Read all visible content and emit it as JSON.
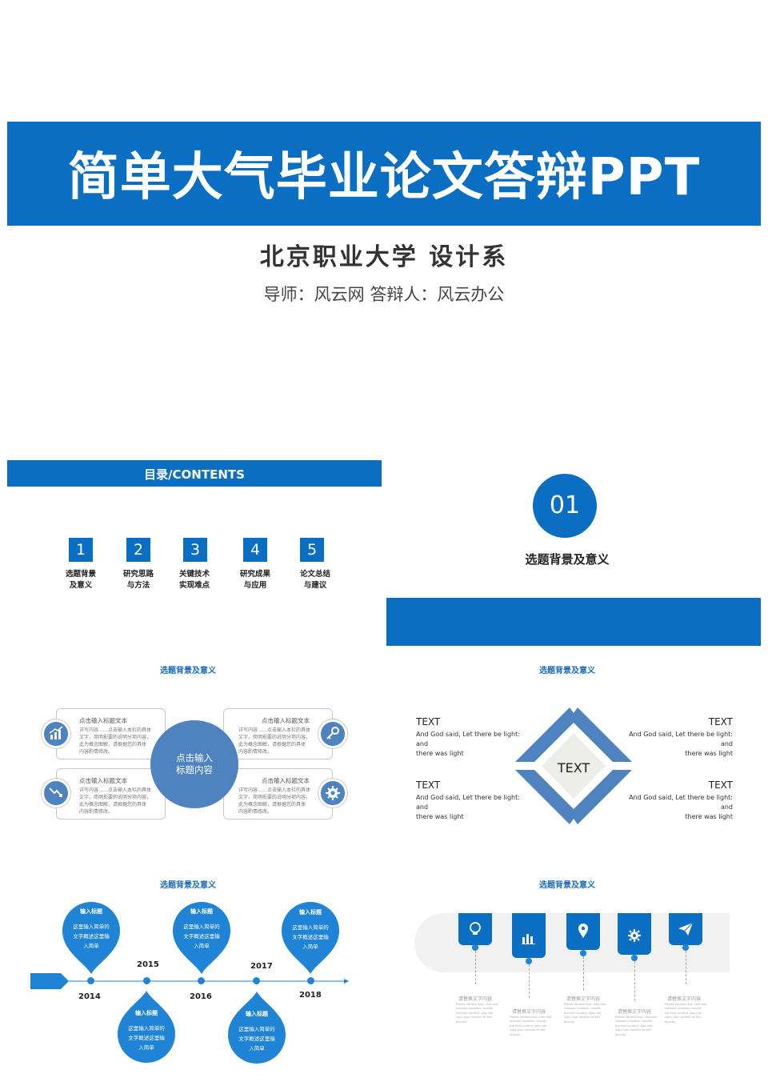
{
  "slide1": {
    "title": "简单大气毕业论文答辩PPT",
    "subtitle": "北京职业大学   设计系",
    "advisor_line": "导师：风云网    答辩人：风云办公"
  },
  "slide2": {
    "header": "目录/CONTENTS",
    "items": [
      {
        "num": "1",
        "line1": "选题背景",
        "line2": "及意义"
      },
      {
        "num": "2",
        "line1": "研究思路",
        "line2": "与方法"
      },
      {
        "num": "3",
        "line1": "关键技术",
        "line2": "实现难点"
      },
      {
        "num": "4",
        "line1": "研究成果",
        "line2": "与应用"
      },
      {
        "num": "5",
        "line1": "论文总结",
        "line2": "与建议"
      }
    ]
  },
  "slide3": {
    "number": "01",
    "title": "选题背景及意义"
  },
  "slide4": {
    "heading": "选题背景及意义",
    "center_line1": "点击输入",
    "center_line2": "标题内容",
    "cards": [
      {
        "title": "点击输入标题文本",
        "l1": "详写内容……点击输入本栏的具体",
        "l2": "文字，简明扼要的说明分项内容，",
        "l3": "此为概念图解，请根据您的具体",
        "l4": "内容酌情修改。"
      },
      {
        "title": "点击输入标题文本",
        "l1": "详写内容……点击输入本栏的具体",
        "l2": "文字，简明扼要的说明分项内容，",
        "l3": "此为概念图解，请根据您的具体",
        "l4": "内容酌情修改。"
      },
      {
        "title": "点击输入标题文本",
        "l1": "详写内容……点击输入本栏的具体",
        "l2": "文字，简明扼要的说明分项内容，",
        "l3": "此为概念图解，请根据您的具体",
        "l4": "内容酌情修改。"
      },
      {
        "title": "点击输入标题文本",
        "l1": "详写内容……点击输入本栏的具体",
        "l2": "文字，简明扼要的说明分项内容，",
        "l3": "此为概念图解，请根据您的具体",
        "l4": "内容酌情修改。"
      }
    ],
    "icons": [
      "growth-chart-icon",
      "key-icon",
      "decline-chart-icon",
      "gear-icon"
    ]
  },
  "slide5": {
    "heading": "选题背景及意义",
    "center": "TEXT",
    "blocks": [
      {
        "head": "TEXT",
        "l1": "And God said, Let there be light: and",
        "l2": "there was light"
      },
      {
        "head": "TEXT",
        "l1": "And God said, Let there be light: and",
        "l2": "there was light"
      },
      {
        "head": "TEXT",
        "l1": "And God said, Let there be light: and",
        "l2": "there was light"
      },
      {
        "head": "TEXT",
        "l1": "And God said, Let there be light: and",
        "l2": "there was light"
      }
    ]
  },
  "slide6": {
    "heading": "选题背景及意义",
    "years": [
      "2014",
      "2015",
      "2016",
      "2017",
      "2018"
    ],
    "drops": [
      {
        "title": "输入标题",
        "l1": "这里输入简单的",
        "l2": "文字概述这里输",
        "l3": "入简单"
      },
      {
        "title": "输入标题",
        "l1": "这里输入简单的",
        "l2": "文字概述这里输",
        "l3": "入简单"
      },
      {
        "title": "输入标题",
        "l1": "这里输入简单的",
        "l2": "文字概述这里输",
        "l3": "入简单"
      },
      {
        "title": "输入标题",
        "l1": "这里输入简单的",
        "l2": "文字概述这里输",
        "l3": "入简单"
      },
      {
        "title": "输入标题",
        "l1": "这里输入简单的",
        "l2": "文字概述这里输",
        "l3": "入简单"
      }
    ]
  },
  "slide7": {
    "heading": "选题背景及意义",
    "icons": [
      "lightbulb-icon",
      "bar-chart-icon",
      "location-pin-icon",
      "gear-icon",
      "paper-plane-icon"
    ],
    "items": [
      {
        "title": "请替换文字内容",
        "l1": "Please replace text, click add",
        "l2": "relevant headline, modify",
        "l3": "the text content, also can",
        "l4": "copy your content to this",
        "l5": "directly."
      },
      {
        "title": "请替换文字内容",
        "l1": "Please replace text, click add",
        "l2": "relevant headline, modify",
        "l3": "the text content, also can",
        "l4": "copy your content to this",
        "l5": "directly."
      },
      {
        "title": "请替换文字内容",
        "l1": "Please replace text, click add",
        "l2": "relevant headline, modify",
        "l3": "the text content, also can",
        "l4": "copy your content to this",
        "l5": "directly."
      },
      {
        "title": "请替换文字内容",
        "l1": "Please replace text, click add",
        "l2": "relevant headline, modify",
        "l3": "the text content, also can",
        "l4": "copy your content to this",
        "l5": "directly."
      },
      {
        "title": "请替换文字内容",
        "l1": "Please replace text, click add",
        "l2": "relevant headline, modify",
        "l3": "the text content, also can",
        "l4": "copy your content to this",
        "l5": "directly."
      }
    ]
  },
  "colors": {
    "primary": "#0a6fc2",
    "secondary": "#4f83c0",
    "accent": "#1f83d6"
  }
}
